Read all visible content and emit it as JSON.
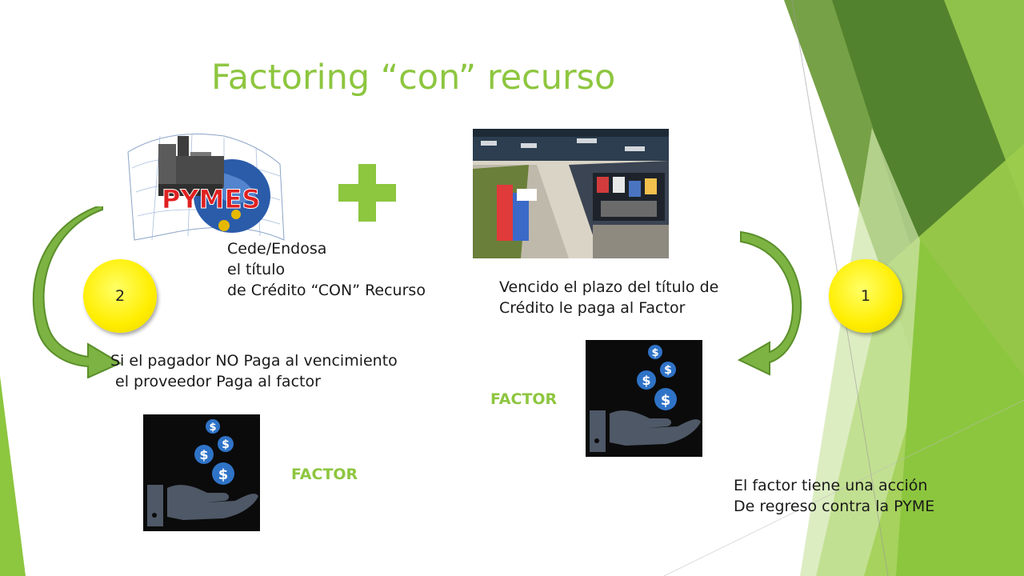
{
  "slide": {
    "title": "Factoring “con” recurso",
    "text_cede": "Cede/Endosa\nel título\nde Crédito “CON” Recurso",
    "text_vencido": "Vencido el plazo del título de\nCrédito le paga al Factor",
    "text_pagador": "Si el pagador NO Paga al vencimiento\n el proveedor Paga al factor",
    "text_accion": "El factor tiene una acción\nDe regreso contra la PYME",
    "factor_label_right": "FACTOR",
    "factor_label_left": "FACTOR",
    "badge_left": "2",
    "badge_right": "1",
    "pymes_logo": "PYMES"
  },
  "colors": {
    "accent_green": "#8DC63F",
    "dark_green": "#5E9A2E",
    "badge_yellow": "#FFEE00"
  },
  "icons": {
    "plus": "plus-icon",
    "money_hand": "money-hand-icon",
    "arrow": "curved-arrow-icon"
  }
}
